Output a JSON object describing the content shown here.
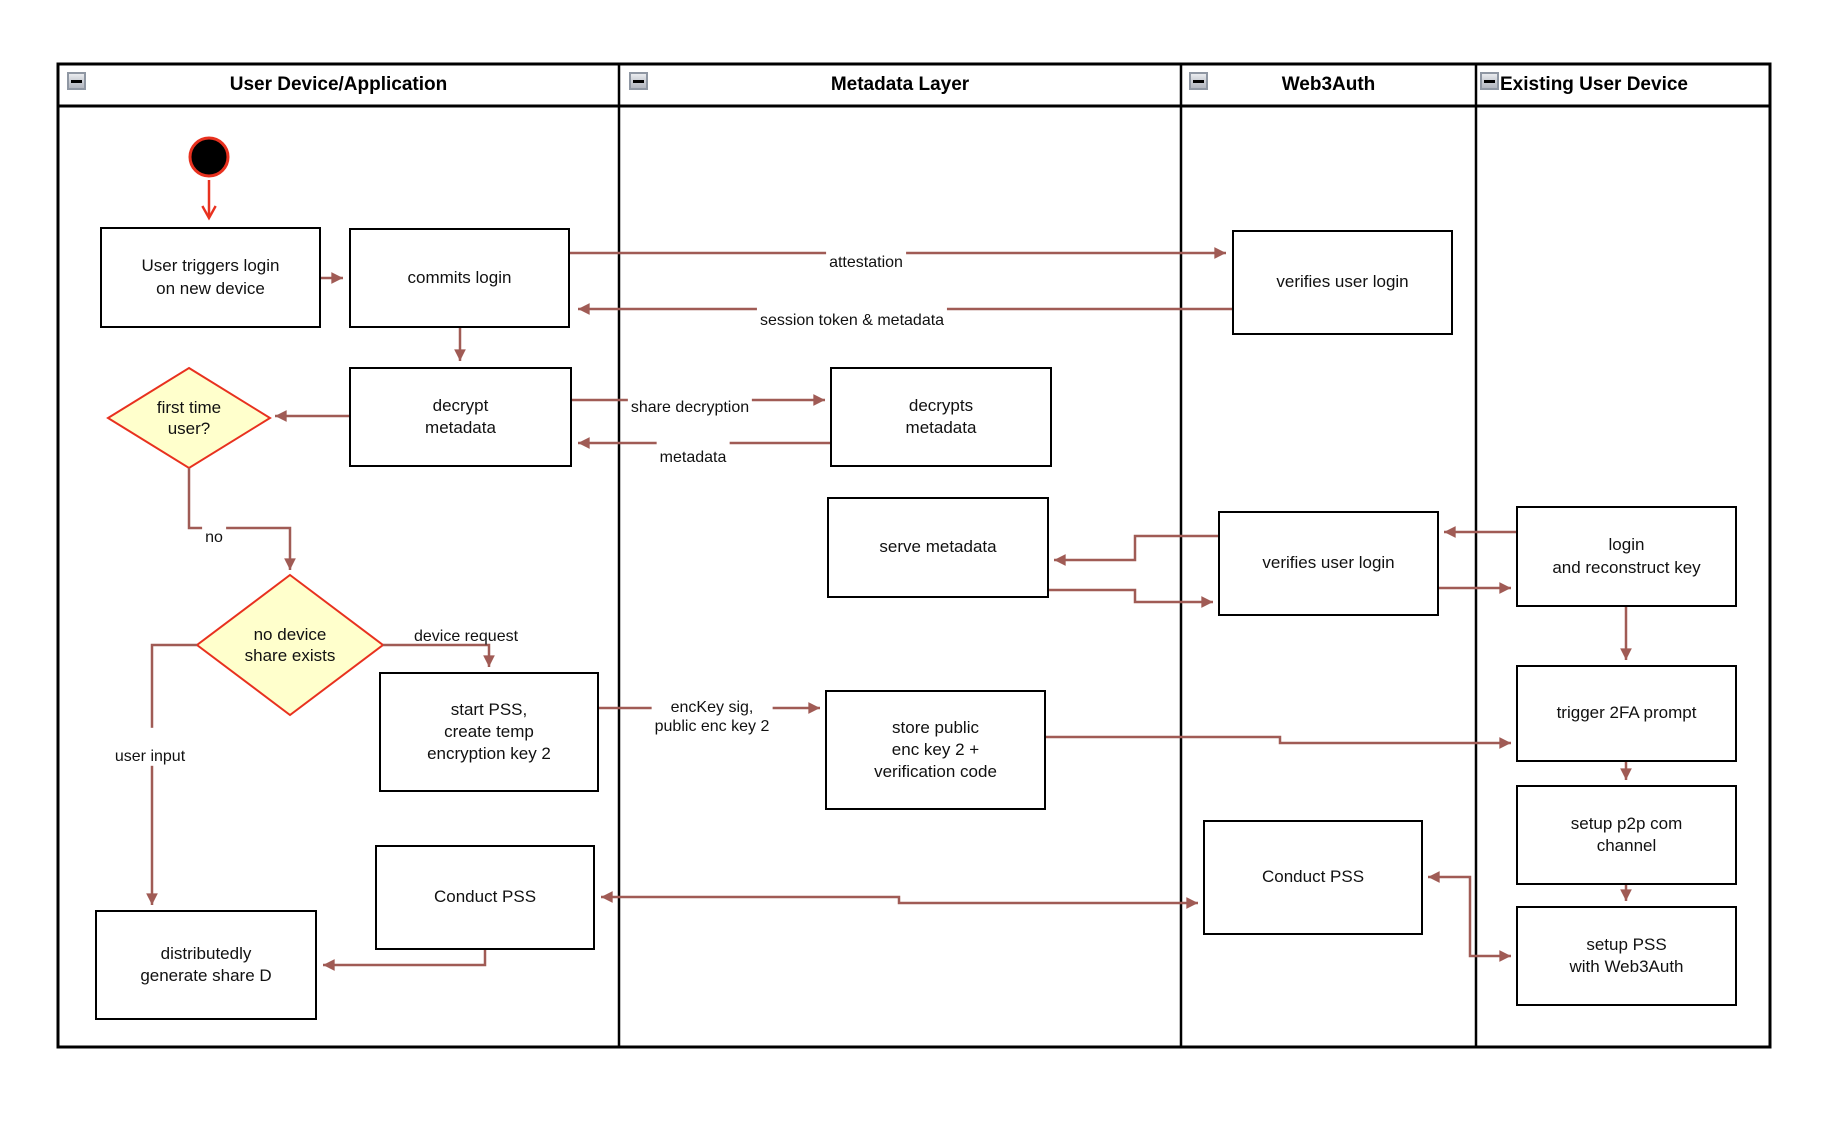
{
  "lanes": [
    {
      "title": "User Device/Application"
    },
    {
      "title": "Metadata Layer"
    },
    {
      "title": "Web3Auth"
    },
    {
      "title": "Existing User Device"
    }
  ],
  "icons": {
    "lane_collapse": "minus"
  },
  "nodes": {
    "user_triggers": "User triggers login\non new device",
    "commits_login": "commits login",
    "decrypt_metadata": "decrypt\nmetadata",
    "first_time_user": "first time\nuser?",
    "no_device_share": "no device\nshare exists",
    "start_pss": "start PSS,\ncreate temp\nencryption key 2",
    "conduct_pss_user": "Conduct PSS",
    "distributedly": "distributedly\ngenerate share D",
    "decrypts_metadata": "decrypts\nmetadata",
    "serve_metadata": "serve metadata",
    "store_public": "store public\nenc key 2 +\nverification code",
    "verifies_login_top": "verifies user login",
    "verifies_login_mid": "verifies user login",
    "conduct_pss_web3": "Conduct PSS",
    "login_reconstruct": "login\nand reconstruct key",
    "trigger_2fa": "trigger 2FA prompt",
    "setup_p2p": "setup p2p com\nchannel",
    "setup_pss": "setup PSS\nwith Web3Auth"
  },
  "edge_labels": {
    "attestation": "attestation",
    "session_token": "session token & metadata",
    "share_decryption": "share decryption",
    "metadata": "metadata",
    "no": "no",
    "device_request": "device request",
    "enckey": "encKey sig,\npublic enc key 2",
    "user_input": "user input"
  },
  "colors": {
    "edge": "#A05B55",
    "accent_red": "#E8311F",
    "diamond_fill": "#FFFFCC",
    "node_border": "#000000",
    "collapse_border": "#8F97A3"
  }
}
